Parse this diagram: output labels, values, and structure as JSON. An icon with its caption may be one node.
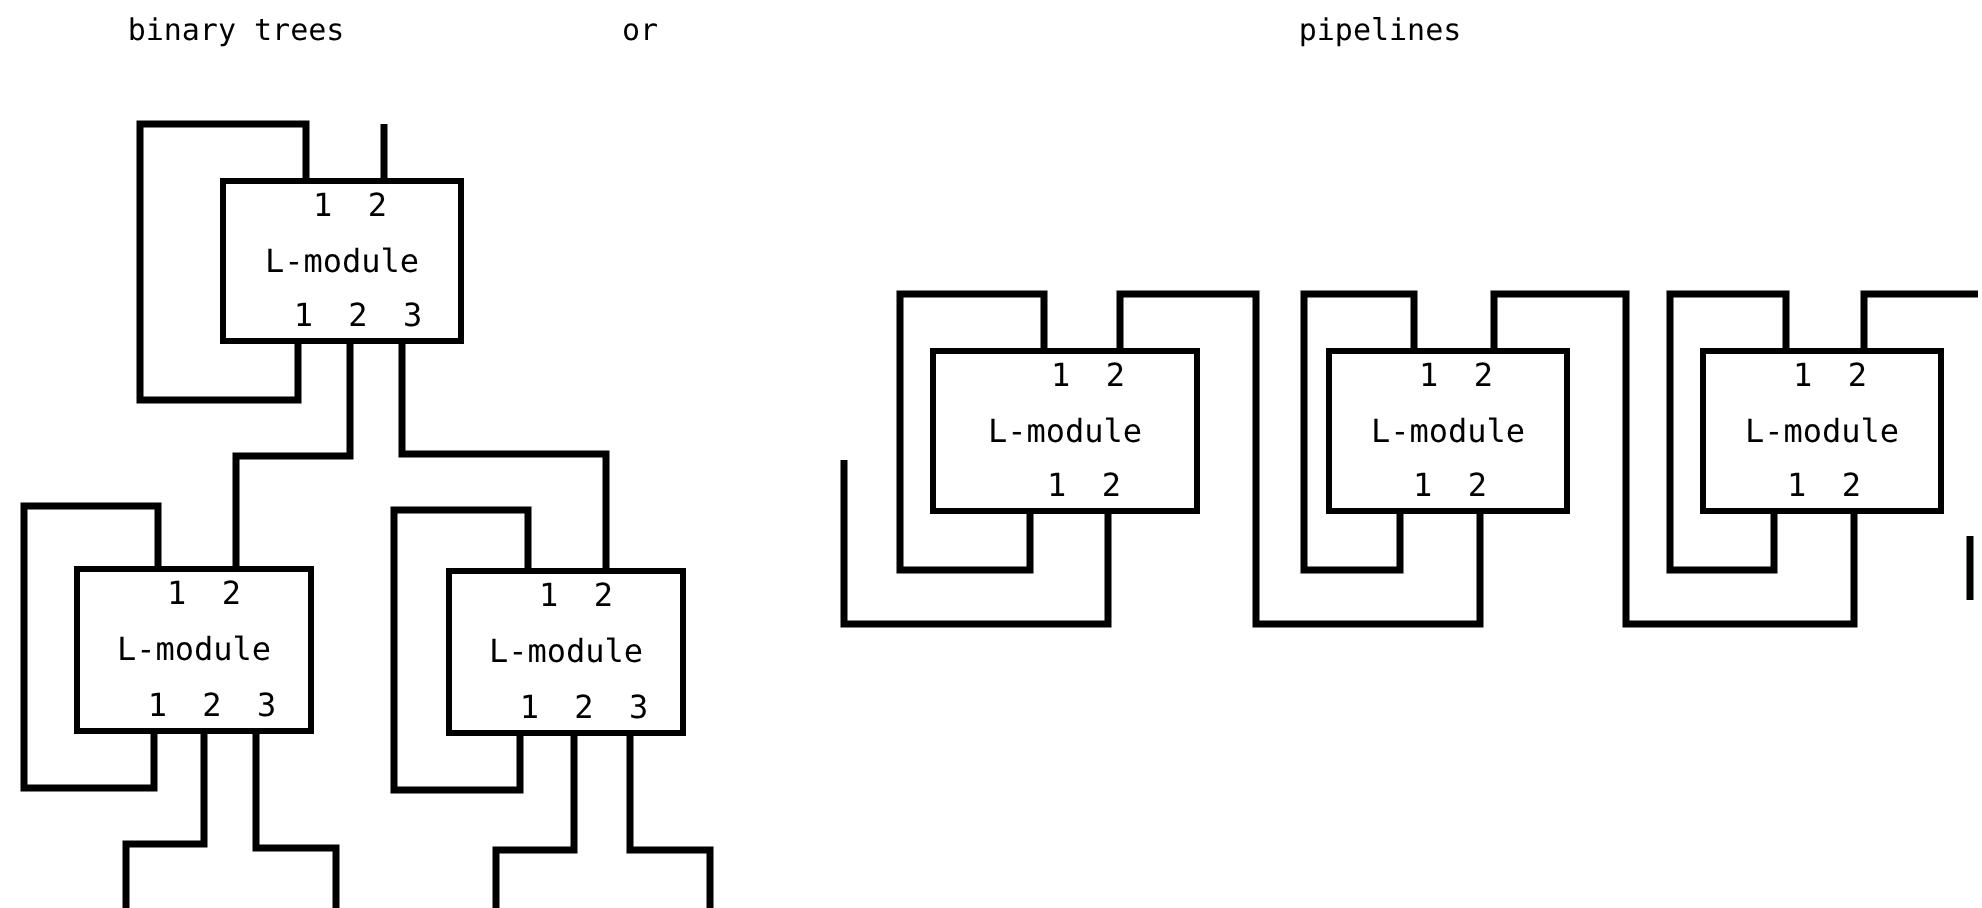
{
  "diagram": {
    "nodes": [
      {
        "text": [
          "1 2",
          "L-module",
          "1 2 3"
        ]
      },
      {
        "text": [
          "1 2",
          "L-module",
          "1 2 3"
        ]
      },
      {
        "text": [
          "1 2",
          "L-module",
          "1 2 3"
        ]
      },
      {
        "text": [
          "1 2",
          "L-module",
          "1 2"
        ]
      },
      {
        "text": [
          "1 2",
          "L-module",
          "1 2"
        ]
      },
      {
        "text": [
          "1 2",
          "L-module",
          "1 2"
        ]
      }
    ],
    "edges": [
      {
        "from": null,
        "to": 0,
        "arrow": "none"
      },
      {
        "from": 0,
        "to": 0,
        "arrow": "none"
      },
      {
        "from": 0,
        "to": 1,
        "arrow": "none"
      },
      {
        "from": 0,
        "to": 2,
        "arrow": "none"
      },
      {
        "from": 1,
        "to": 1,
        "arrow": "none"
      },
      {
        "from": 1,
        "to": null,
        "arrow": "none"
      },
      {
        "from": 1,
        "to": null,
        "arrow": "none"
      },
      {
        "from": 2,
        "to": 2,
        "arrow": "none"
      },
      {
        "from": 2,
        "to": null,
        "arrow": "none"
      },
      {
        "from": 2,
        "to": null,
        "arrow": "none"
      },
      {
        "from": 3,
        "to": 3,
        "arrow": "none"
      },
      {
        "from": 3,
        "to": null,
        "arrow": "none"
      },
      {
        "from": 4,
        "to": 3,
        "arrow": "none"
      },
      {
        "from": 4,
        "to": 4,
        "arrow": "none"
      },
      {
        "from": 5,
        "to": 4,
        "arrow": "none"
      },
      {
        "from": 5,
        "to": 5,
        "arrow": "none"
      },
      {
        "from": 5,
        "to": null,
        "arrow": "none"
      }
    ],
    "labels": [
      "binary trees",
      "or",
      "pipelines"
    ]
  }
}
